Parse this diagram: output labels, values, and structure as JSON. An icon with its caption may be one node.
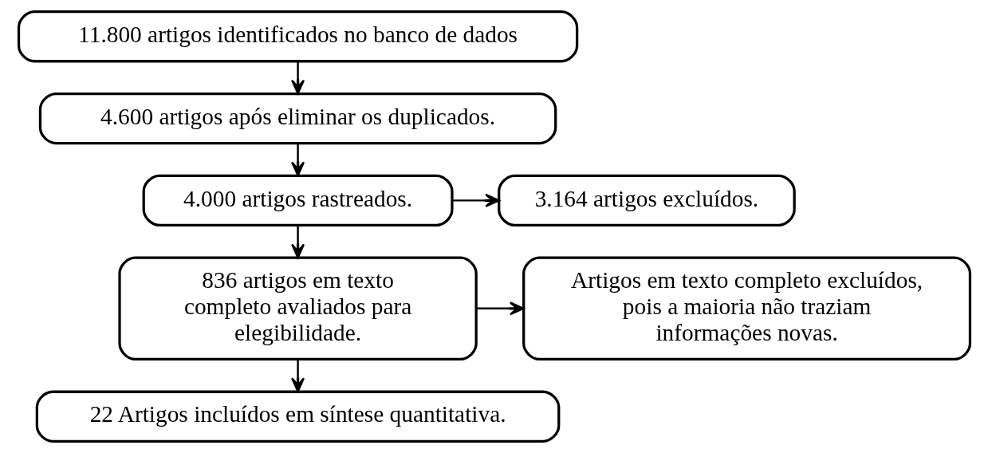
{
  "diagram": {
    "nodes": [
      {
        "text": [
          "11.800 artigos identificados no banco de dados"
        ]
      },
      {
        "text": [
          "4.600 artigos após eliminar os duplicados."
        ]
      },
      {
        "text": [
          "4.000 artigos rastreados."
        ]
      },
      {
        "text": [
          "3.164 artigos excluídos."
        ]
      },
      {
        "text": [
          "836 artigos em texto completo avaliados para elegibilidade."
        ]
      },
      {
        "text": [
          "Artigos em texto completo excluídos, pois a maioria não traziam informações novas."
        ]
      },
      {
        "text": [
          "22 Artigos incluídos em síntese quantitativa."
        ]
      }
    ],
    "edges": [
      {
        "from": 0,
        "to": 1,
        "arrow": "to"
      },
      {
        "from": 1,
        "to": 2,
        "arrow": "to"
      },
      {
        "from": 2,
        "to": 3,
        "arrow": "to"
      },
      {
        "from": 2,
        "to": 4,
        "arrow": "to"
      },
      {
        "from": 4,
        "to": 5,
        "arrow": "to"
      },
      {
        "from": 4,
        "to": 6,
        "arrow": "to"
      }
    ]
  }
}
